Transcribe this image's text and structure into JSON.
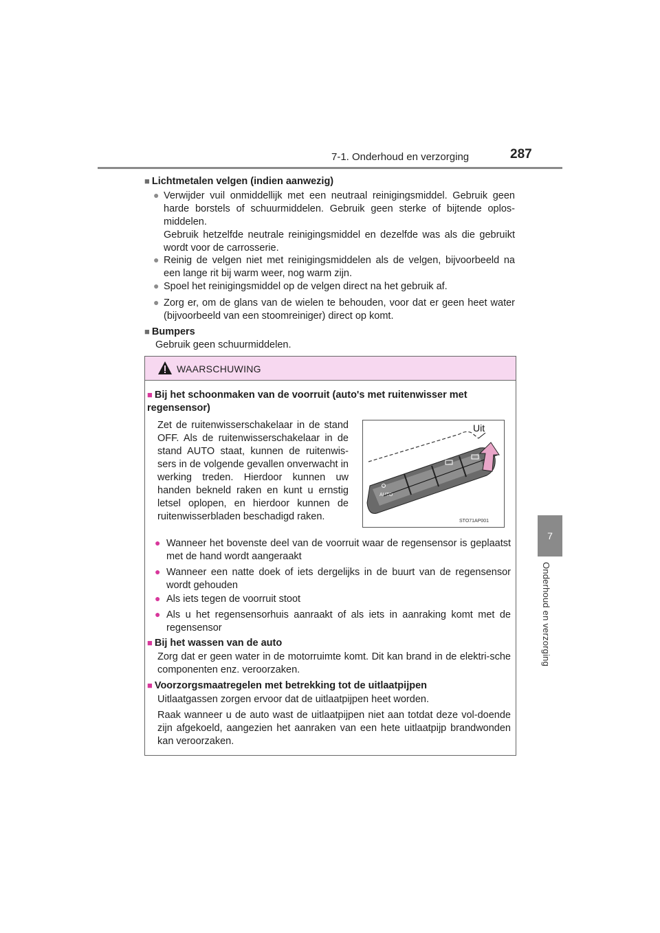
{
  "header": {
    "section": "7-1. Onderhoud en verzorging",
    "page_number": "287"
  },
  "side_tab": {
    "chapter_number": "7",
    "chapter_title": "Onderhoud en verzorging"
  },
  "sections": {
    "velgen": {
      "heading": "Lichtmetalen velgen (indien aanwezig)",
      "bullets": [
        "Verwijder vuil onmiddellijk met een neutraal reinigingsmiddel. Gebruik geen harde borstels of schuurmiddelen. Gebruik geen sterke of bijtende oplos-middelen.",
        "Gebruik hetzelfde neutrale reinigingsmiddel en dezelfde was als die gebruikt wordt voor de carrosserie.",
        "Reinig de velgen niet met reinigingsmiddelen als de velgen, bijvoorbeeld na een lange rit bij warm weer, nog warm zijn.",
        "Spoel het reinigingsmiddel op de velgen direct na het gebruik af.",
        "Zorg er, om de glans van de wielen te behouden, voor dat er geen heet water (bijvoorbeeld van een stoomreiniger) direct op komt."
      ]
    },
    "bumpers": {
      "heading": "Bumpers",
      "text": "Gebruik geen schuurmiddelen."
    }
  },
  "warning": {
    "label": "WAARSCHUWING",
    "rain_sensor": {
      "heading": "Bij het schoonmaken van de voorruit (auto's met ruitenwisser met regensensor)",
      "intro": "Zet de ruitenwisserschakelaar in de stand OFF. Als de ruitenwisserschakelaar in de stand AUTO staat, kunnen de ruitenwis-sers in de volgende gevallen onverwacht in werking treden. Hierdoor kunnen uw handen bekneld raken en kunt u ernstig letsel oplopen, en hierdoor kunnen de ruitenwisserbladen beschadigd raken.",
      "figure": {
        "callout": "Uit",
        "switch_label": "AUTO",
        "code": "STO71AP001"
      },
      "bullets": [
        "Wanneer het bovenste deel van de voorruit waar de regensensor is geplaatst met de hand wordt aangeraakt",
        "Wanneer een natte doek of iets dergelijks in de buurt van de regensensor wordt gehouden",
        "Als iets tegen de voorruit stoot",
        "Als u het regensensorhuis aanraakt of als iets in aanraking komt met de regensensor"
      ]
    },
    "wassen": {
      "heading": "Bij het wassen van de auto",
      "text": "Zorg dat er geen water in de motorruimte komt. Dit kan brand in de elektri-sche componenten enz. veroorzaken."
    },
    "uitlaat": {
      "heading": "Voorzorgsmaatregelen met betrekking tot de uitlaatpijpen",
      "text1": "Uitlaatgassen zorgen ervoor dat de uitlaatpijpen heet worden.",
      "text2": "Raak wanneer u de auto wast de uitlaatpijpen niet aan totdat deze vol-doende zijn afgekoeld, aangezien het aanraken van een hete uitlaatpijp brandwonden kan veroorzaken."
    }
  }
}
